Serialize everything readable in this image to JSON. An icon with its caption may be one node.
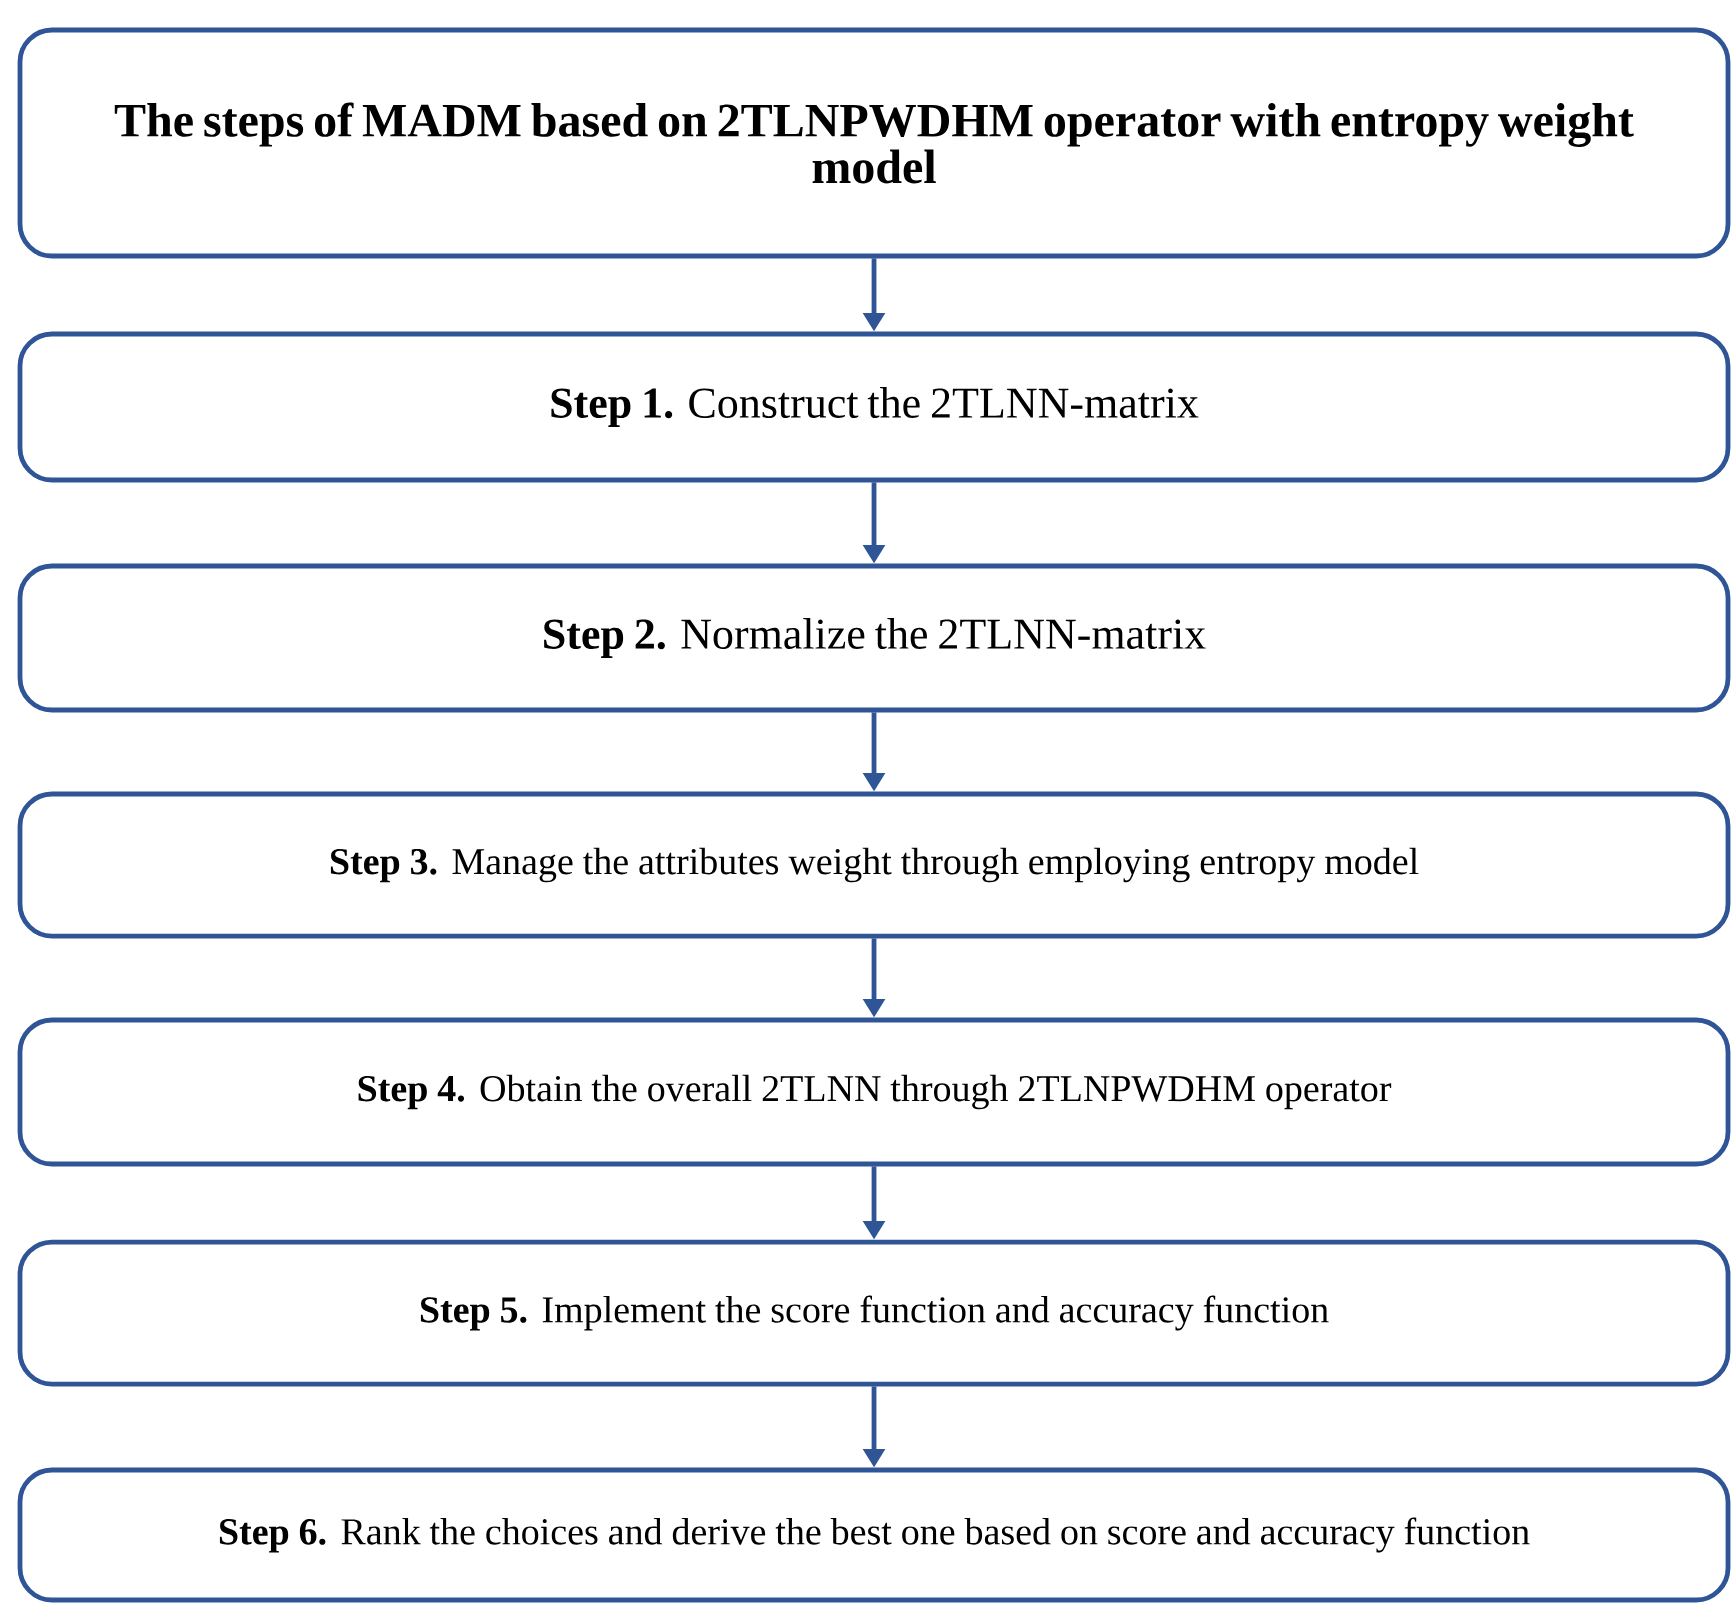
{
  "diagram": {
    "nodes": [
      {
        "text": [
          "The steps of MADM based on 2TLNPWDHM operator with entropy weight model"
        ]
      },
      {
        "text": [
          "**Step 1.** Construct the 2TLNN-matrix"
        ]
      },
      {
        "text": [
          "**Step 2.** Normalize the 2TLNN-matrix"
        ]
      },
      {
        "text": [
          "**Step 3.** Manage the attributes weight through employing entropy model"
        ]
      },
      {
        "text": [
          "**Step 4.** Obtain the overall 2TLNN through 2TLNPWDHM operator"
        ]
      },
      {
        "text": [
          "**Step 5.** Implement the score function and accuracy function"
        ]
      },
      {
        "text": [
          "**Step 6.** Rank the choices and derive the best one based on score and accuracy function"
        ]
      }
    ],
    "edges": [
      {
        "from": 0,
        "to": 1,
        "arrow": "to"
      },
      {
        "from": 1,
        "to": 2,
        "arrow": "to"
      },
      {
        "from": 2,
        "to": 3,
        "arrow": "to"
      },
      {
        "from": 3,
        "to": 4,
        "arrow": "to"
      },
      {
        "from": 4,
        "to": 5,
        "arrow": "to"
      },
      {
        "from": 5,
        "to": 6,
        "arrow": "to"
      }
    ]
  }
}
